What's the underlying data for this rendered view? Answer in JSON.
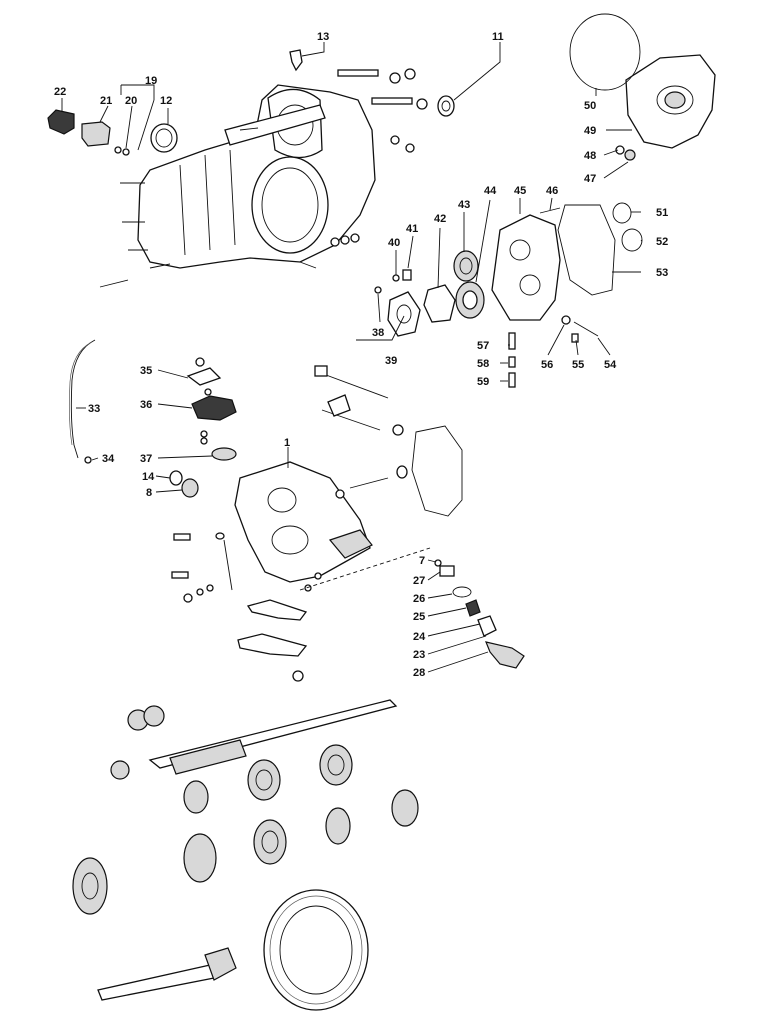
{
  "callouts": [
    {
      "id": "c1",
      "text": "1"
    },
    {
      "id": "c7",
      "text": "7"
    },
    {
      "id": "c8",
      "text": "8"
    },
    {
      "id": "c11",
      "text": "11"
    },
    {
      "id": "c12",
      "text": "12"
    },
    {
      "id": "c13",
      "text": "13"
    },
    {
      "id": "c14",
      "text": "14"
    },
    {
      "id": "c19",
      "text": "19"
    },
    {
      "id": "c20",
      "text": "20"
    },
    {
      "id": "c21",
      "text": "21"
    },
    {
      "id": "c22",
      "text": "22"
    },
    {
      "id": "c23",
      "text": "23"
    },
    {
      "id": "c24",
      "text": "24"
    },
    {
      "id": "c25",
      "text": "25"
    },
    {
      "id": "c26",
      "text": "26"
    },
    {
      "id": "c27",
      "text": "27"
    },
    {
      "id": "c28",
      "text": "28"
    },
    {
      "id": "c33",
      "text": "33"
    },
    {
      "id": "c34",
      "text": "34"
    },
    {
      "id": "c35",
      "text": "35"
    },
    {
      "id": "c36",
      "text": "36"
    },
    {
      "id": "c37",
      "text": "37"
    },
    {
      "id": "c38",
      "text": "38"
    },
    {
      "id": "c39",
      "text": "39"
    },
    {
      "id": "c40",
      "text": "40"
    },
    {
      "id": "c41",
      "text": "41"
    },
    {
      "id": "c42",
      "text": "42"
    },
    {
      "id": "c43",
      "text": "43"
    },
    {
      "id": "c44",
      "text": "44"
    },
    {
      "id": "c45",
      "text": "45"
    },
    {
      "id": "c46",
      "text": "46"
    },
    {
      "id": "c47",
      "text": "47"
    },
    {
      "id": "c48",
      "text": "48"
    },
    {
      "id": "c49",
      "text": "49"
    },
    {
      "id": "c50",
      "text": "50"
    },
    {
      "id": "c51",
      "text": "51"
    },
    {
      "id": "c52",
      "text": "52"
    },
    {
      "id": "c53",
      "text": "53"
    },
    {
      "id": "c54",
      "text": "54"
    },
    {
      "id": "c55",
      "text": "55"
    },
    {
      "id": "c56",
      "text": "56"
    },
    {
      "id": "c57",
      "text": "57"
    },
    {
      "id": "c58",
      "text": "58"
    },
    {
      "id": "c59",
      "text": "59"
    }
  ]
}
